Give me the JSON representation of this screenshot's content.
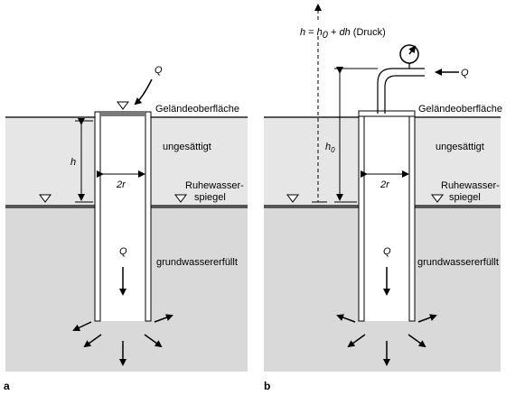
{
  "panel_a": {
    "letter": "a",
    "surface_label": "Geländeoberfläche",
    "unsaturated_label": "ungesättigt",
    "water_table_label_1": "Ruhewasser-",
    "water_table_label_2": "spiegel",
    "saturated_label": "grundwassererfüllt",
    "h_label": "h",
    "diameter_label": "2r",
    "q_top_label": "Q",
    "q_inner_label": "Q"
  },
  "panel_b": {
    "letter": "b",
    "surface_label": "Geländeoberfläche",
    "unsaturated_label": "ungesättigt",
    "water_table_label_1": "Ruhewasser-",
    "water_table_label_2": "spiegel",
    "saturated_label": "grundwassererfüllt",
    "h_formula_1": "h",
    "h_formula_2": " = ",
    "h_formula_3": "h",
    "h_formula_4": "0",
    "h_formula_5": " + ",
    "h_formula_6": "dh",
    "h_formula_7": " (Druck)",
    "h0_label_1": "h",
    "h0_label_2": "0",
    "diameter_label": "2r",
    "q_pipe_label": "Q",
    "q_inner_label": "Q"
  },
  "colors": {
    "unsaturated_zone": "#e6e6e6",
    "saturated_zone": "#d9d9d9",
    "ground_line": "#555555",
    "seal": "#7a7a7a"
  }
}
